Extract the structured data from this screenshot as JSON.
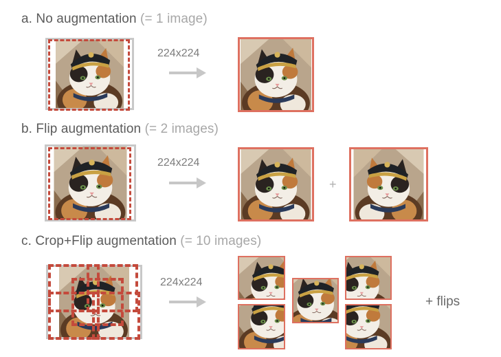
{
  "sections": {
    "a": {
      "title": "a. No augmentation",
      "count": "(= 1 image)",
      "size": "224x224"
    },
    "b": {
      "title": "b. Flip augmentation",
      "count": "(= 2 images)",
      "size": "224x224"
    },
    "c": {
      "title": "c. Crop+Flip augmentation",
      "count": "(= 10 images)",
      "size": "224x224",
      "flips": "+ flips"
    }
  },
  "plus_sign": "+",
  "icons": {
    "arrow": "right-arrow-icon",
    "image": "cat-photo"
  },
  "colors": {
    "crop_border": "#de7060",
    "dashed_crop": "#c44a3c",
    "title_text": "#5b5b5b",
    "muted_text": "#a7a7a7",
    "arrow": "#c7c7c7"
  }
}
